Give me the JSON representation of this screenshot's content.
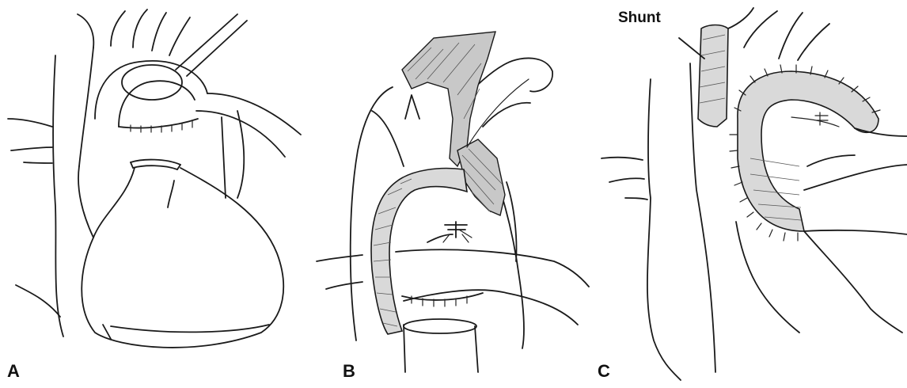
{
  "panels": [
    {
      "letter": "A"
    },
    {
      "letter": "B"
    },
    {
      "letter": "C"
    }
  ],
  "annotations": {
    "shunt_label": "Shunt"
  },
  "colors": {
    "ink": "#1a1a1a",
    "graft_fill": "#d9d9d9",
    "patch_fill": "#c8c8c8",
    "background": "#ffffff"
  }
}
